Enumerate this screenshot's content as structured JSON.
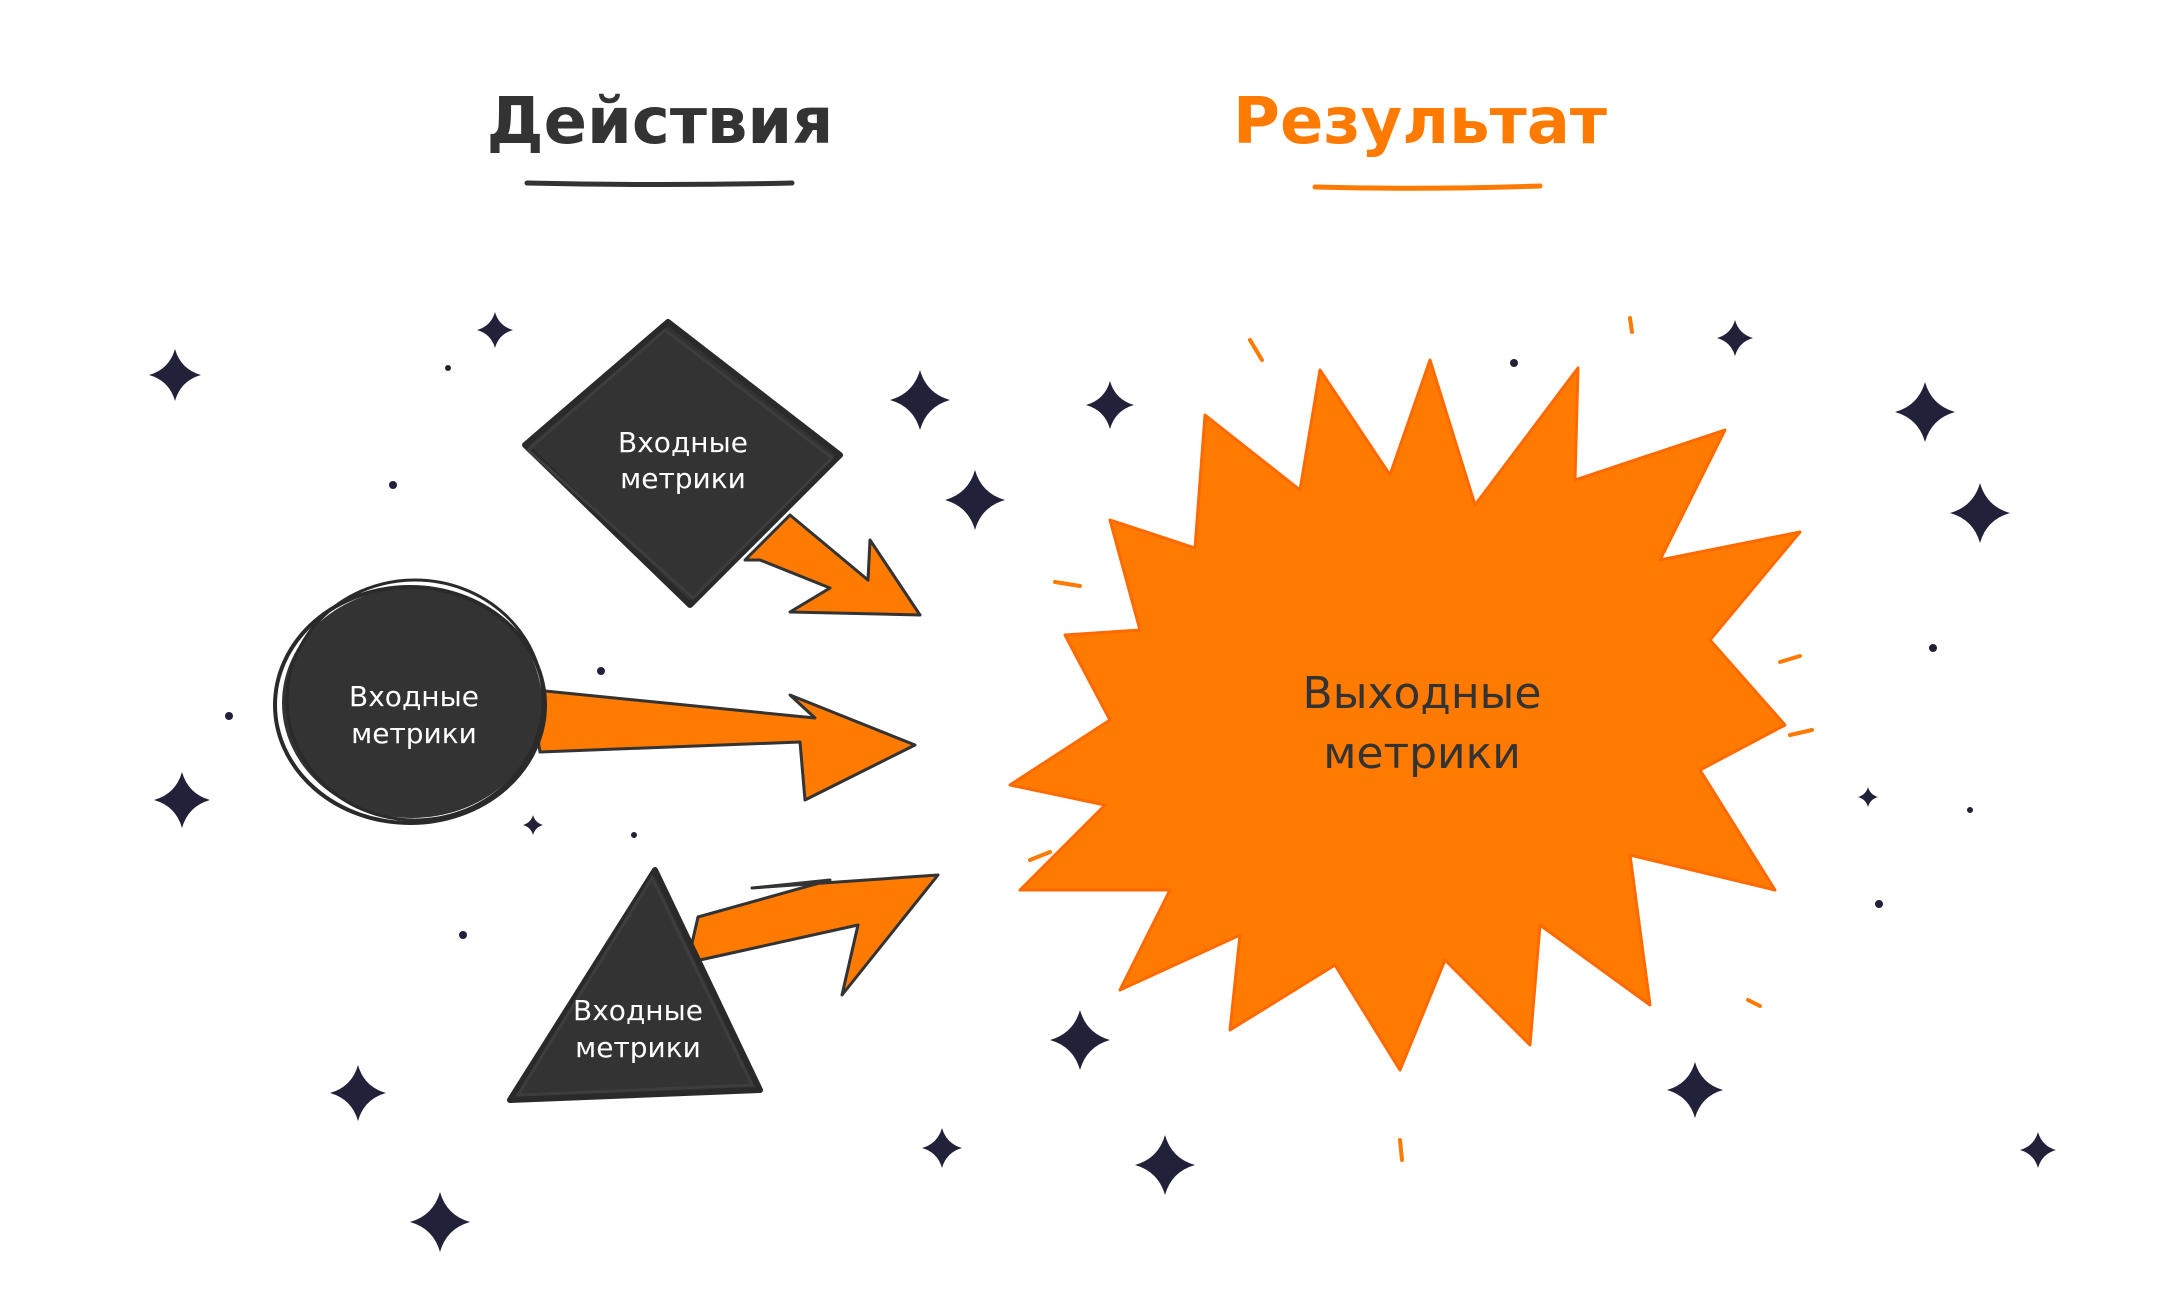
{
  "headings": {
    "actions": "Действия",
    "result": "Результат"
  },
  "nodes": {
    "diamond": {
      "line1": "Входные",
      "line2": "метрики"
    },
    "circle": {
      "line1": "Входные",
      "line2": "метрики"
    },
    "triangle": {
      "line1": "Входные",
      "line2": "метрики"
    },
    "burst": {
      "line1": "Выходные",
      "line2": "метрики"
    }
  },
  "colors": {
    "dark": "#333333",
    "orange": "#FF7A00",
    "star": "#22213A",
    "white": "#FFFFFF"
  },
  "icons": {
    "stars": "four-point-sparkle-icon"
  }
}
